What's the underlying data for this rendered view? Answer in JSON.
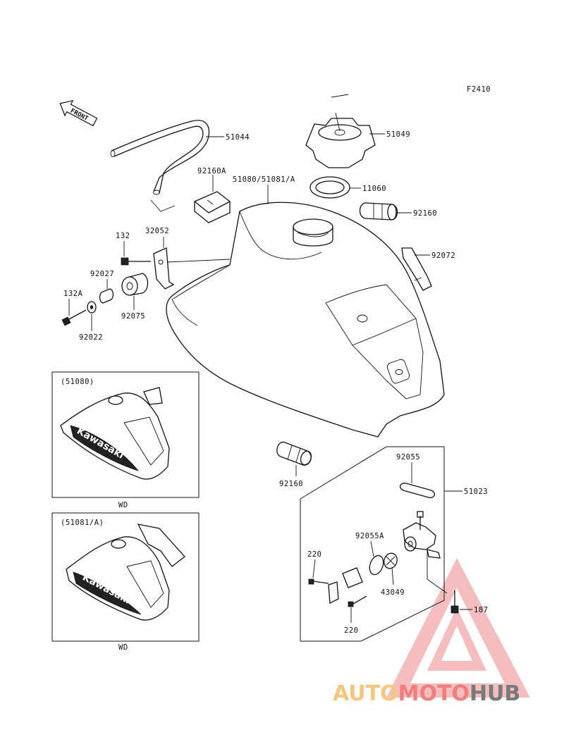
{
  "figure_code": "F2410",
  "front_marker": "FRONT",
  "parts": {
    "p51044": "51044",
    "p51049": "51049",
    "p92160A": "92160A",
    "p51080": "51080/51081/A",
    "p11060": "11060",
    "p92160_top": "92160",
    "p132": "132",
    "p32052": "32052",
    "p92072": "92072",
    "p92027": "92027",
    "p132A": "132A",
    "p92075": "92075",
    "p92022": "92022",
    "p92160_bottom": "92160",
    "p92055": "92055",
    "p51023": "51023",
    "p92055A": "92055A",
    "p220_top": "220",
    "p43049": "43049",
    "p187": "187",
    "p220_bottom": "220"
  },
  "insets": [
    {
      "title": "(51080)",
      "caption": "WD",
      "decal": "Kawasaki"
    },
    {
      "title": "(51081/A)",
      "caption": "WD",
      "decal": "Kawasaki"
    }
  ],
  "watermark": {
    "part1": "AUTO",
    "part2": "MOTO",
    "part3": "HUB",
    "color_auto": "#f5c77e",
    "color_moto": "#f07e7e",
    "color_hub": "#7a7a7a"
  }
}
